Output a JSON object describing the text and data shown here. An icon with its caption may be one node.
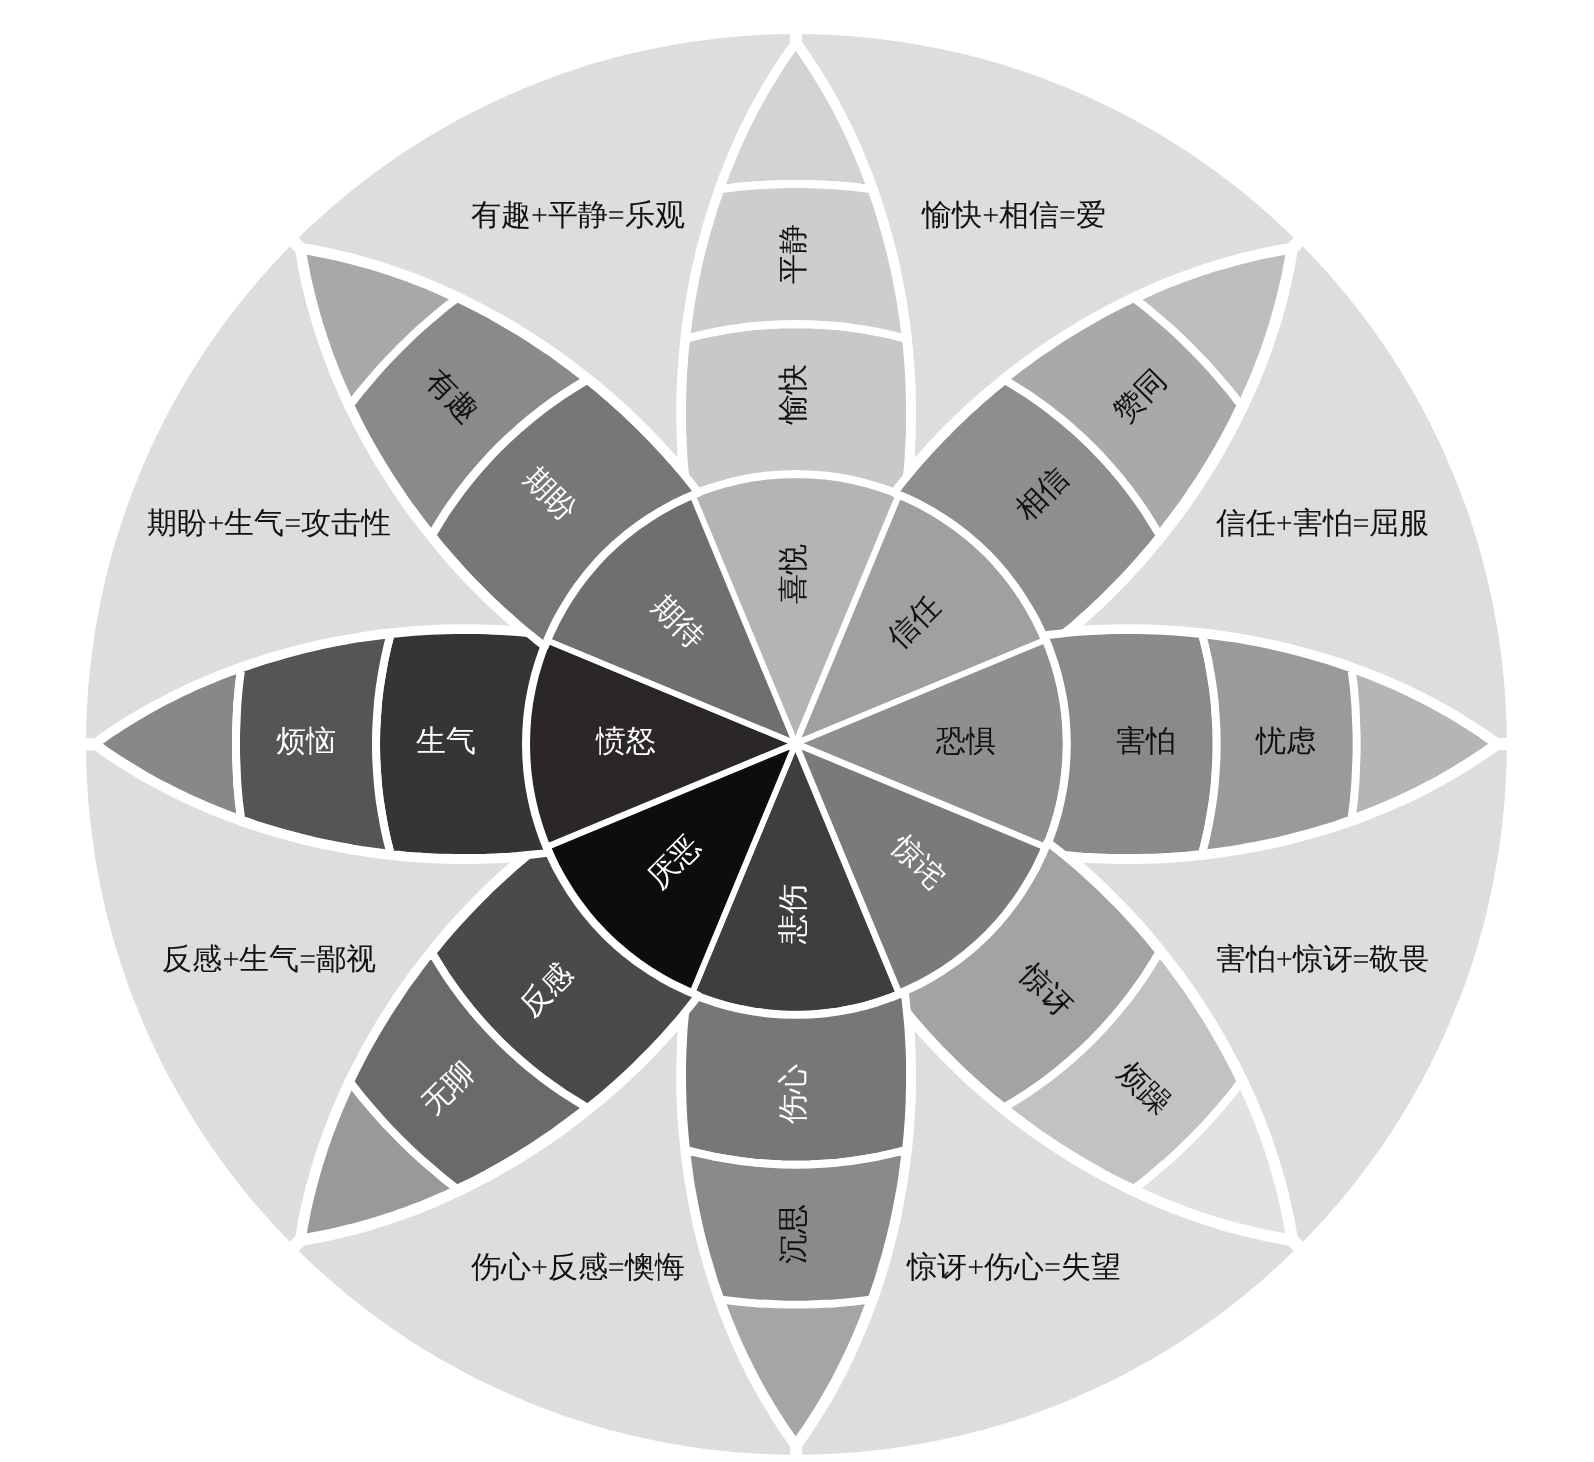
{
  "diagram": {
    "nodes": [
      {
        "text": [
          "喜悦"
        ]
      },
      {
        "text": [
          "愉快"
        ]
      },
      {
        "text": [
          "平静"
        ]
      },
      {
        "text": [
          "信任"
        ]
      },
      {
        "text": [
          "相信"
        ]
      },
      {
        "text": [
          "赞同"
        ]
      },
      {
        "text": [
          "恐惧"
        ]
      },
      {
        "text": [
          "害怕"
        ]
      },
      {
        "text": [
          "忧虑"
        ]
      },
      {
        "text": [
          "惊诧"
        ]
      },
      {
        "text": [
          "惊讶"
        ]
      },
      {
        "text": [
          "烦躁"
        ]
      },
      {
        "text": [
          "悲伤"
        ]
      },
      {
        "text": [
          "伤心"
        ]
      },
      {
        "text": [
          "沉思"
        ]
      },
      {
        "text": [
          "厌恶"
        ]
      },
      {
        "text": [
          "反感"
        ]
      },
      {
        "text": [
          "无聊"
        ]
      },
      {
        "text": [
          "愤怒"
        ]
      },
      {
        "text": [
          "生气"
        ]
      },
      {
        "text": [
          "烦恼"
        ]
      },
      {
        "text": [
          "期待"
        ]
      },
      {
        "text": [
          "期盼"
        ]
      },
      {
        "text": [
          "有趣"
        ]
      },
      {
        "text": [
          "有趣+平静=乐观"
        ]
      },
      {
        "text": [
          "愉快+相信=爱"
        ]
      },
      {
        "text": [
          "信任+害怕=屈服"
        ]
      },
      {
        "text": [
          "害怕+惊讶=敬畏"
        ]
      },
      {
        "text": [
          "惊讶+伤心=失望"
        ]
      },
      {
        "text": [
          "伤心+反感=懊悔"
        ]
      },
      {
        "text": [
          "反感+生气=鄙视"
        ]
      },
      {
        "text": [
          "期盼+生气=攻击性"
        ]
      }
    ]
  }
}
